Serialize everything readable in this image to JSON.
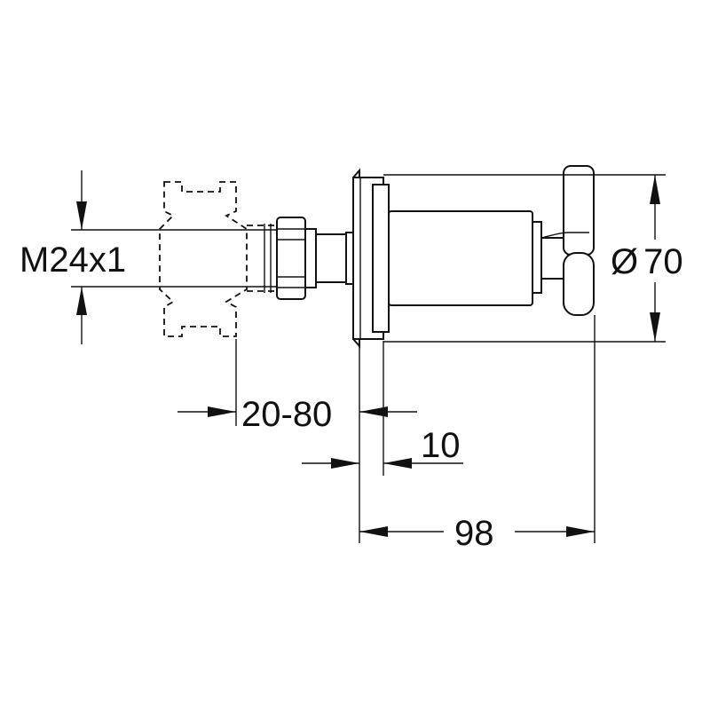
{
  "dimensions": {
    "thread": "M24x1",
    "diameter_symbol": "Ø",
    "diameter": "70",
    "wall_range": "20-80",
    "flange": "10",
    "depth": "98"
  }
}
